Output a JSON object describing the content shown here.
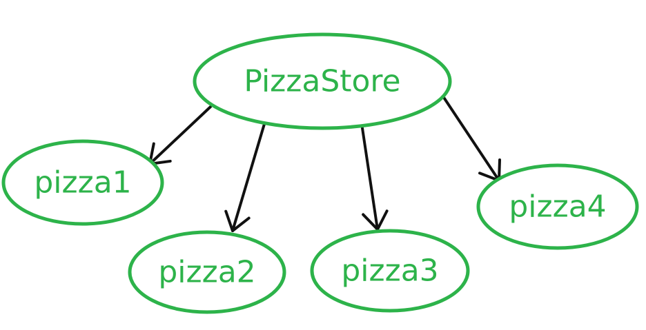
{
  "colors": {
    "node_stroke": "#2db34a",
    "node_text": "#2db34a",
    "edge": "#111111"
  },
  "nodes": [
    {
      "id": "pizzastore",
      "label": "PizzaStore"
    },
    {
      "id": "pizza1",
      "label": "pizza1"
    },
    {
      "id": "pizza2",
      "label": "pizza2"
    },
    {
      "id": "pizza3",
      "label": "pizza3"
    },
    {
      "id": "pizza4",
      "label": "pizza4"
    }
  ],
  "edges": [
    {
      "from": "pizzastore",
      "to": "pizza1"
    },
    {
      "from": "pizzastore",
      "to": "pizza2"
    },
    {
      "from": "pizzastore",
      "to": "pizza3"
    },
    {
      "from": "pizzastore",
      "to": "pizza4"
    }
  ]
}
